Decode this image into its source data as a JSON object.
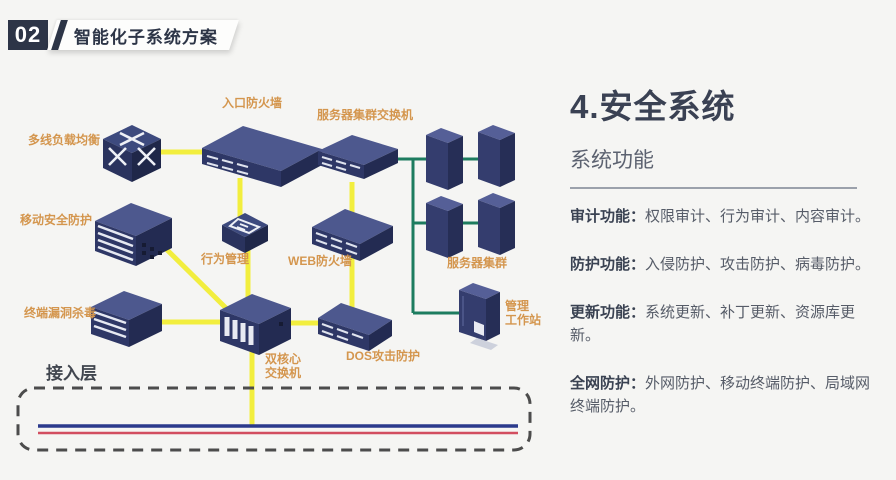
{
  "header": {
    "number": "02",
    "title": "智能化子系统方案"
  },
  "panel": {
    "title": "4.安全系统",
    "subtitle": "系统功能",
    "functions": [
      {
        "label": "审计功能：",
        "text": "权限审计、行为审计、内容审计。"
      },
      {
        "label": "防护功能：",
        "text": "入侵防护、攻击防护、病毒防护。"
      },
      {
        "label": "更新功能：",
        "text": "系统更新、补丁更新、资源库更新。"
      },
      {
        "label": "全网防护：",
        "text": "外网防护、移动终端防护、局域网终端防护。"
      }
    ]
  },
  "diagram": {
    "labels": {
      "load_balancer": "多线负载均衡",
      "entrance_firewall": "入口防火墙",
      "cluster_switch": "服务器集群交换机",
      "mobile_security": "移动安全防护",
      "behavior_mgmt": "行为管理",
      "web_firewall": "WEB防火墙",
      "server_cluster": "服务器集群",
      "terminal_av": "终端漏洞杀毒",
      "dual_core_switch": "双核心\n交换机",
      "dos_protection": "DOS攻击防护",
      "workstation": "管理\n工作站",
      "access_layer": "接入层"
    },
    "colors": {
      "link_yellow": "#f2ee3e",
      "link_green": "#1d7c5f",
      "device_navy": "#2e3766",
      "device_top": "#4d588e",
      "device_side": "#232b52",
      "label_orange": "#d4964e",
      "access_blue": "#2b3a8c",
      "access_red": "#d24e60"
    }
  }
}
